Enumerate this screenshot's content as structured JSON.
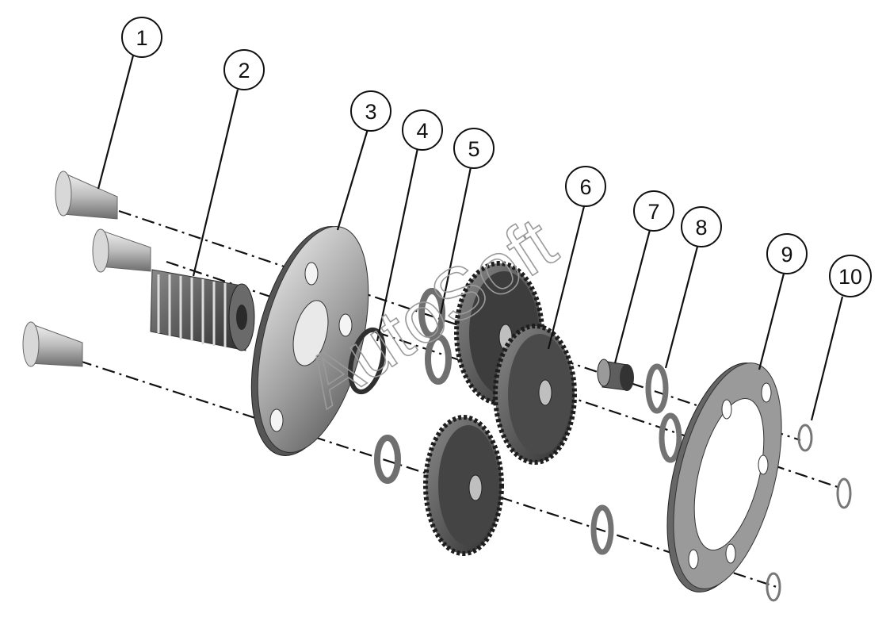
{
  "diagram": {
    "callouts": [
      {
        "label": "1"
      },
      {
        "label": "2"
      },
      {
        "label": "3"
      },
      {
        "label": "4"
      },
      {
        "label": "5"
      },
      {
        "label": "6"
      },
      {
        "label": "7"
      },
      {
        "label": "8"
      },
      {
        "label": "9"
      },
      {
        "label": "10"
      }
    ],
    "watermark": "AutoSoft"
  },
  "colors": {
    "part_light": "#cfcfcf",
    "part_mid": "#9c9c9c",
    "part_dark": "#4a4a4a",
    "line": "#111111"
  }
}
